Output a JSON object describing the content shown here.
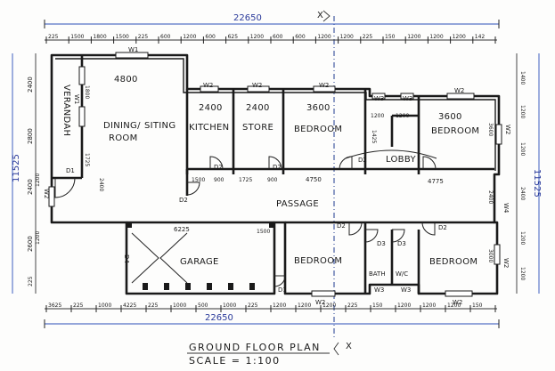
{
  "title": "GROUND FLOOR PLAN",
  "scale": "SCALE = 1:100",
  "section_marker": "X",
  "overall_width": "22650",
  "overall_depth": "11525",
  "rooms": {
    "verandah": "VERANDAH",
    "dining": "DINING/ SITING ROOM",
    "dining_line1": "DINING/",
    "dining_line2": "SITING",
    "dining_line3": "ROOM",
    "dining_width": "4800",
    "kitchen": "KITCHEN",
    "kitchen_size": "2400",
    "store": "STORE",
    "store_size": "2400",
    "bedroom1": "BEDROOM",
    "bedroom1_size": "3600",
    "bedroom2": "BEDROOM",
    "bedroom2_size": "3600",
    "lobby": "LOBBY",
    "passage": "PASSAGE",
    "garage": "GARAGE",
    "bedroom3": "BEDROOM",
    "bedroom4": "BEDROOM",
    "bath": "BATH",
    "wc": "W/C"
  },
  "openings": {
    "w1": "W1",
    "w2": "W2",
    "w3": "W3",
    "w4": "W4",
    "d1": "D1",
    "d2": "D2",
    "d3": "D3",
    "d4": "D4"
  },
  "top_dims": [
    "225",
    "1500",
    "1800",
    "1500",
    "225",
    "600",
    "1200",
    "600",
    "625",
    "1200",
    "600",
    "600",
    "1200",
    "1200",
    "225",
    "150",
    "1200",
    "1200",
    "1200",
    "142"
  ],
  "bottom_dims": [
    "3625",
    "225",
    "1000",
    "4225",
    "225",
    "1000",
    "500",
    "1000",
    "225",
    "1200",
    "1200",
    "1200",
    "225",
    "150",
    "1200",
    "1200",
    "1200",
    "150"
  ],
  "left_dims": [
    "2400",
    "2800",
    "2400",
    "2600",
    "225",
    "1200",
    "1200"
  ],
  "right_dims": [
    "1400",
    "1200",
    "1200",
    "2400",
    "1200",
    "1200"
  ],
  "inner_dims": {
    "passage_len": "4750",
    "passage_right": "4775",
    "passage_a": "1500",
    "passage_b": "900",
    "passage_c": "1725",
    "passage_d": "900",
    "garage_width": "6225",
    "garage_depth": "1500",
    "dining_depth": "1800",
    "dining_right": "1725",
    "lower_left": "2400",
    "kitchen_depth": "2400",
    "bath_width": "1200",
    "lobby_a": "1200",
    "lobby_b": "1425",
    "right_2400": "2400",
    "br_depth": "3600",
    "br2_depth": "3000",
    "side_225": "225",
    "side_1200": "1200"
  }
}
